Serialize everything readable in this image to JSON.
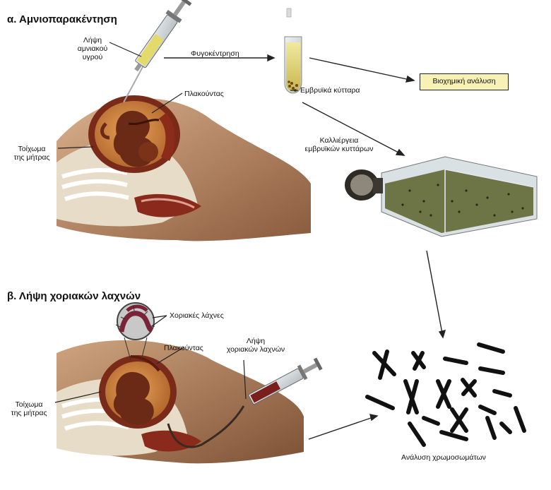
{
  "section_a": {
    "title": "α. Αμνιοπαρακέντηση",
    "label_sampling": "Λήψη\nαμνιακού\nυγρού",
    "label_centrifugation": "Φυγοκέντρηση",
    "label_placenta": "Πλακούντας",
    "label_uterine_wall": "Τοίχωμα\nτης μήτρας",
    "label_fetal_cells": "Εμβρυϊκά κύτταρα",
    "label_biochemical": "Βιοχημική ανάλυση",
    "label_culture": "Καλλιέργεια\nεμβρυϊκών κυττάρων"
  },
  "section_b": {
    "title": "β. Λήψη χοριακών λαχνών",
    "label_villi": "Χοριακές λάχνες",
    "label_placenta": "Πλακούντας",
    "label_sampling": "Λήψη\nχοριακών λαχνών",
    "label_uterine_wall": "Τοίχωμα\nτης μήτρας",
    "label_chromosome_analysis": "Ανάλυση χρωμοσωμάτων"
  }
}
